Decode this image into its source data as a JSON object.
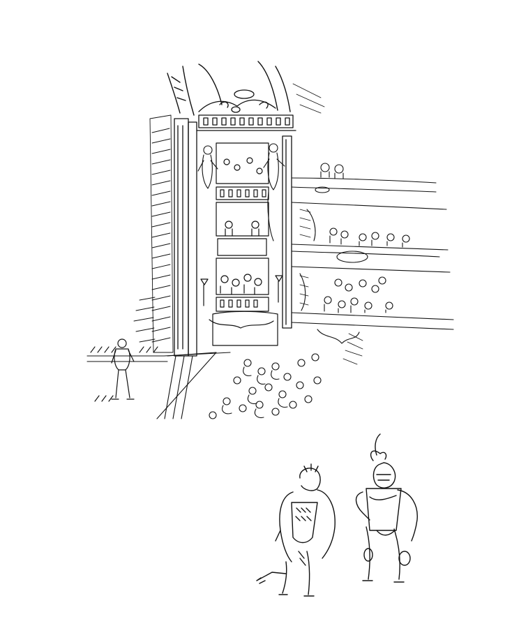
{
  "page": {
    "background": "#ffffff",
    "ink": "#111111"
  },
  "illustration": {
    "style": "pen-and-ink sketch",
    "scenes": [
      "theatre-stage-with-audience-galleries",
      "two-actors-in-costume"
    ]
  }
}
